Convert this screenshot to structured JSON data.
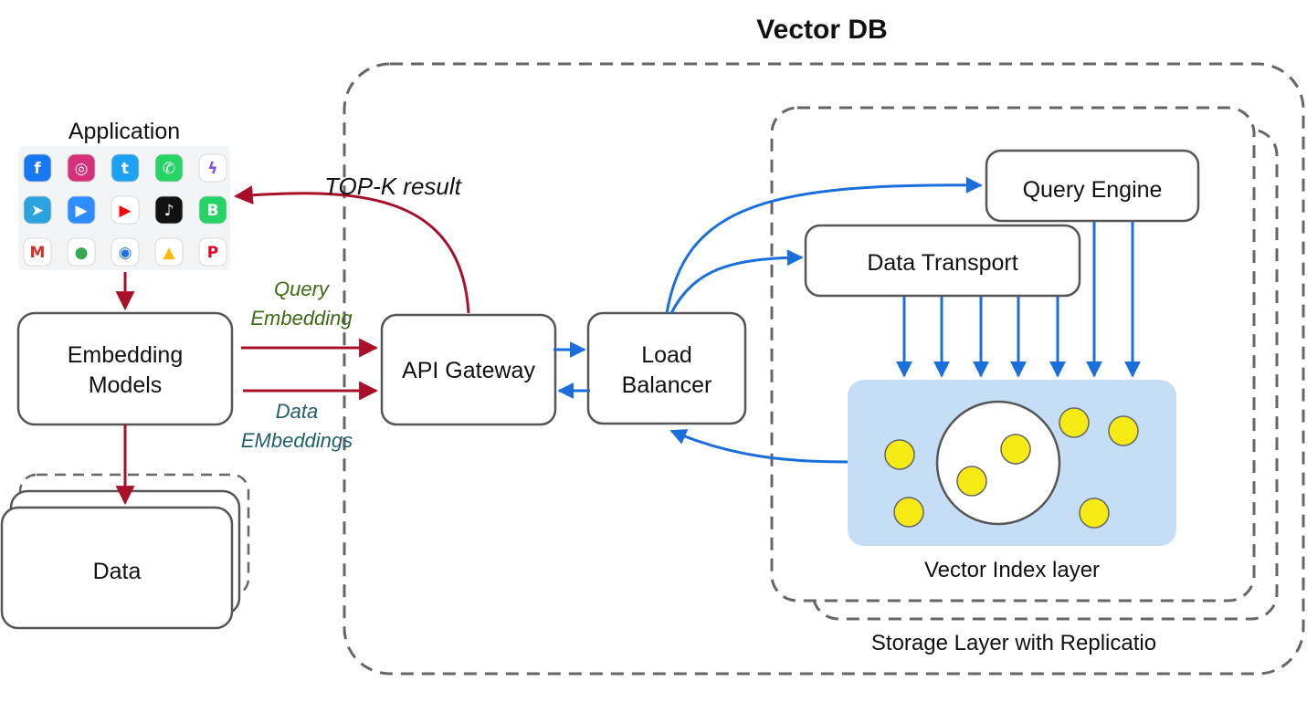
{
  "title": "Vector DB",
  "application": {
    "label": "Application",
    "icons": [
      "facebook-icon",
      "instagram-icon",
      "twitter-icon",
      "whatsapp-icon",
      "messenger-icon",
      "telegram-icon",
      "zoom-icon",
      "youtube-icon",
      "tiktok-icon",
      "whatsapp-business-icon",
      "gmail-icon",
      "google-maps-icon",
      "google-duo-icon",
      "google-drive-icon",
      "pinterest-icon"
    ]
  },
  "nodes": {
    "embedding_models": {
      "line1": "Embedding",
      "line2": "Models"
    },
    "data": "Data",
    "api_gateway": "API Gateway",
    "load_balancer": {
      "line1": "Load",
      "line2": "Balancer"
    },
    "query_engine": "Query Engine",
    "data_transport": "Data Transport",
    "vector_index": "Vector Index layer",
    "storage_layer": "Storage Layer with Replicatio"
  },
  "edges": {
    "topk": "TOP-K result",
    "query_embedding": {
      "line1": "Query",
      "line2": "Embedding"
    },
    "data_embeddings": {
      "line1": "Data",
      "line2": "EMbeddings"
    }
  },
  "colors": {
    "red_arrow": "#a8102a",
    "blue_arrow": "#1a6fdc",
    "query_label": "#3d6a12",
    "data_label": "#1f5f6a",
    "index_fill": "#c5ddf5",
    "dot_fill": "#f6ea14"
  }
}
